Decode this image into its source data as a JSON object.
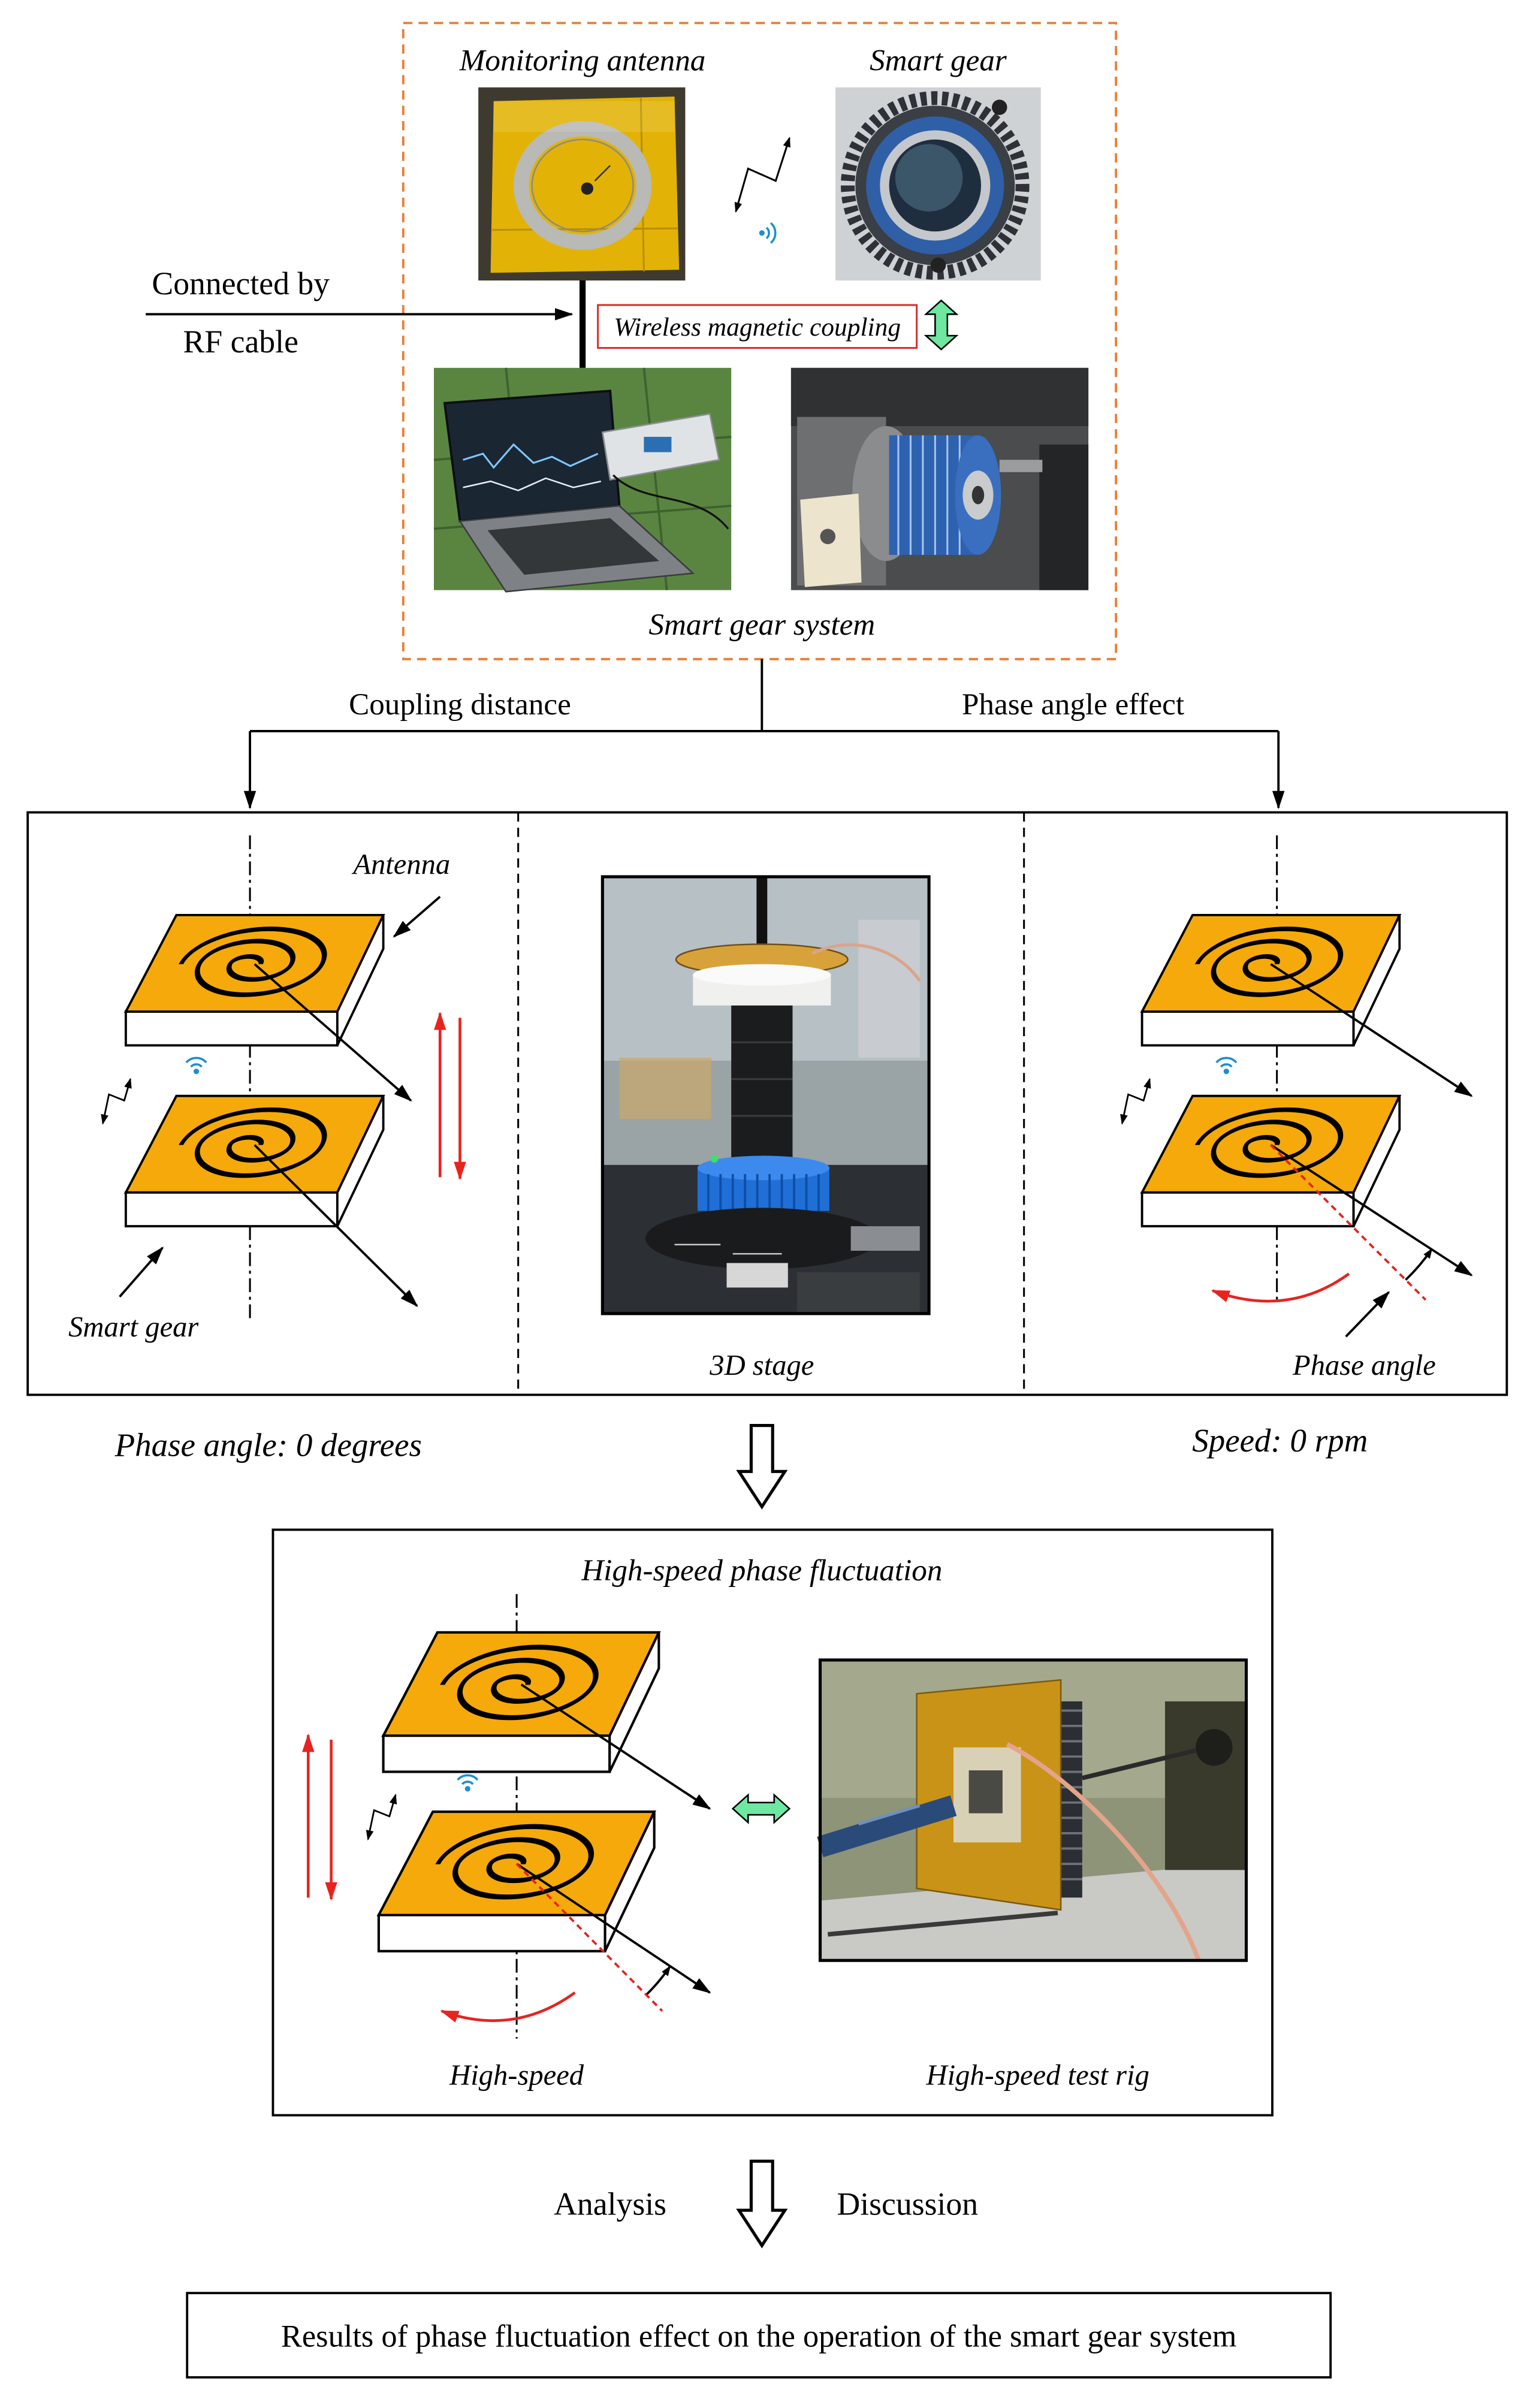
{
  "top_section": {
    "monitoring_antenna_label": "Monitoring antenna",
    "smart_gear_label": "Smart gear",
    "connected_by_label": "Connected by",
    "rf_cable_label": "RF cable",
    "wireless_coupling_label": "Wireless magnetic coupling",
    "system_label": "Smart gear system"
  },
  "branches": {
    "left_label": "Coupling distance",
    "right_label": "Phase angle effect"
  },
  "static_test_panel": {
    "antenna_label": "Antenna",
    "smart_gear_label": "Smart gear",
    "stage_label": "3D stage",
    "phase_angle_label": "Phase angle"
  },
  "conditions": {
    "phase_angle_condition": "Phase angle: 0 degrees",
    "speed_condition": "Speed: 0 rpm"
  },
  "high_speed_panel": {
    "title": "High-speed phase fluctuation",
    "high_speed_label": "High-speed",
    "test_rig_label": "High-speed test rig"
  },
  "analysis_step": {
    "left_label": "Analysis",
    "right_label": "Discussion"
  },
  "result": {
    "text": "Results of phase fluctuation effect on the operation of the smart gear system"
  },
  "colors": {
    "system_border": "#ED7D31",
    "coupling_box_border": "#D9302C",
    "plate_top": "#F5A90A",
    "motion_arrow": "#E8231E",
    "bidirectional_arrow": "#6EE7A0",
    "wireless_signal": "#1C8FD0"
  },
  "icons": {
    "wireless": "wireless-signal-icon",
    "coupling_link": "zigzag-link-icon",
    "flow_arrow": "hollow-down-arrow-icon"
  }
}
